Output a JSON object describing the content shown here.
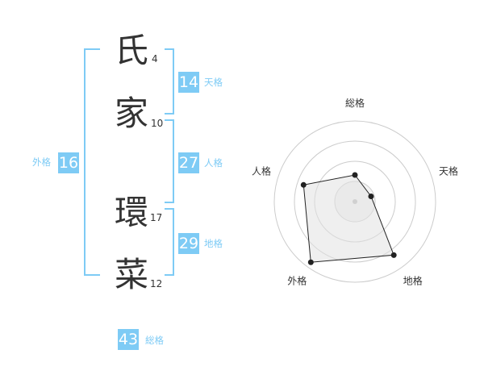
{
  "characters": [
    {
      "char": "氏",
      "strokes": "4"
    },
    {
      "char": "家",
      "strokes": "10"
    },
    {
      "char": "環",
      "strokes": "17"
    },
    {
      "char": "菜",
      "strokes": "12"
    }
  ],
  "fortunes": {
    "tenkaku": {
      "value": "14",
      "label": "天格"
    },
    "jinkaku": {
      "value": "27",
      "label": "人格"
    },
    "chikaku": {
      "value": "29",
      "label": "地格"
    },
    "gaikaku": {
      "value": "16",
      "label": "外格"
    },
    "soukaku": {
      "value": "43",
      "label": "総格"
    }
  },
  "radar": {
    "axes": [
      "総格",
      "天格",
      "地格",
      "外格",
      "人格"
    ],
    "values": [
      0.33,
      0.21,
      0.82,
      0.93,
      0.67
    ],
    "colors": {
      "fill": "#f0f0f0",
      "line": "#222222",
      "grid": "#cccccc"
    }
  }
}
